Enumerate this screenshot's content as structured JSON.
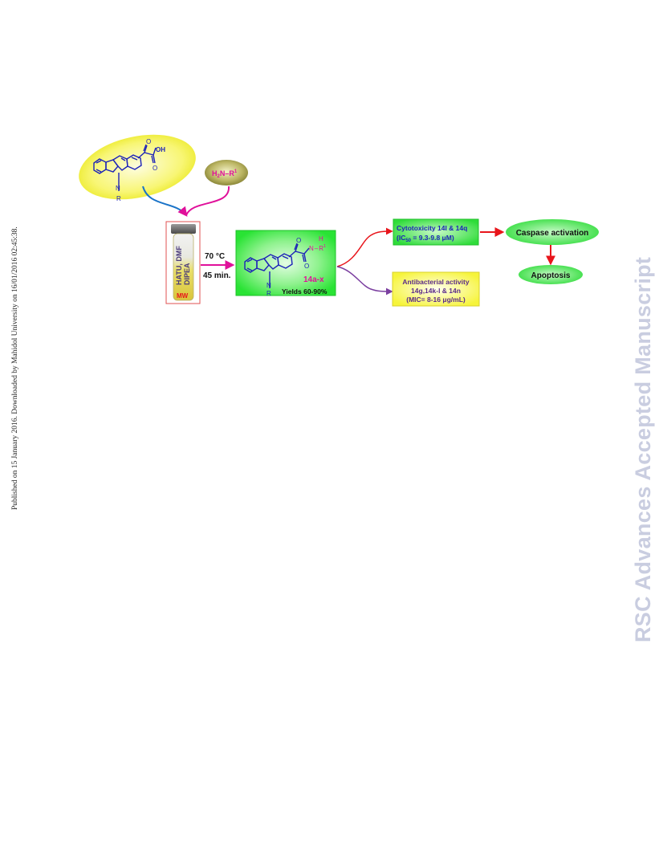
{
  "side_note": "Published on 15 January 2016. Downloaded by Mahidol University on 16/01/2016 02:45:38.",
  "watermark": "RSC Advances Accepted Manuscript",
  "reagents": {
    "oxygen_label": "O",
    "hydroxyl_label": "OH",
    "nitrogen_label": "N",
    "substituent_label": "R",
    "amine_label": "H",
    "amine_sub": "2",
    "amine_rest": "N–R",
    "amine_sup": "1"
  },
  "vial": {
    "line1": "HATU, DMF",
    "line2": "DIPEA",
    "mw_label": "MW"
  },
  "conditions": {
    "temperature": "70 °C",
    "time": "45 min."
  },
  "product": {
    "code": "14a-x",
    "yields": "Yields 60-90%",
    "nh_label": "H",
    "n_label": "N",
    "r1_label": "R",
    "r1_sup": "1"
  },
  "cytotoxicity": {
    "line1": "Cytotoxicity 14l & 14q",
    "line2_a": "(IC",
    "line2_sub": "50",
    "line2_b": " = 9.3-9.8 μM)"
  },
  "antibacterial": {
    "line1": "Antibacterial activity",
    "line2": "14g,14k-l & 14n",
    "line3": "(MIC= 8-16 μg/mL)"
  },
  "outcomes": {
    "caspase": "Caspase activation",
    "apoptosis": "Apoptosis"
  },
  "colors": {
    "accent_yellow": "#f7f55a",
    "accent_green": "#2ee23a",
    "molecule_blue": "#1c22b8",
    "magenta": "#e0109a",
    "arrow_red": "#e8151b",
    "arrow_purple": "#7b3fa0",
    "olive": "#9a9540"
  }
}
